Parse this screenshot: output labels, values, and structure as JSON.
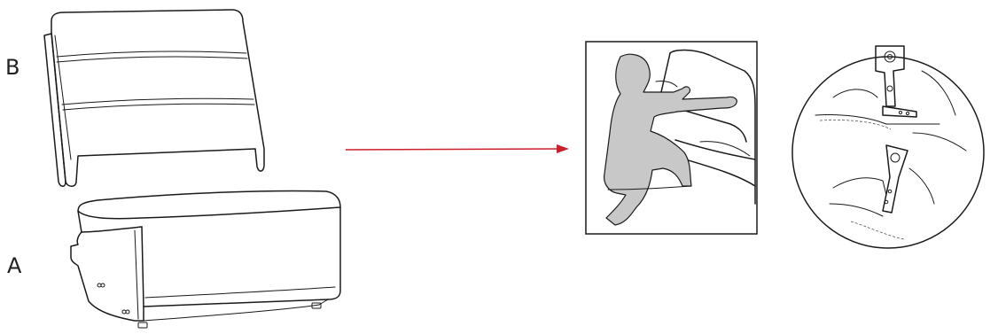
{
  "labels": {
    "part_b": "B",
    "part_a": "A"
  },
  "colors": {
    "arrow": "#cc1f2b",
    "figure": "#c8c8c8",
    "line": "#1a1a1a"
  },
  "icons": {
    "backrest": "sofa-backrest-illustration",
    "seat": "sofa-seat-illustration",
    "arrow": "right-arrow",
    "assembly": "person-attaching-backrest-illustration",
    "detail": "bracket-detail-magnifier"
  }
}
